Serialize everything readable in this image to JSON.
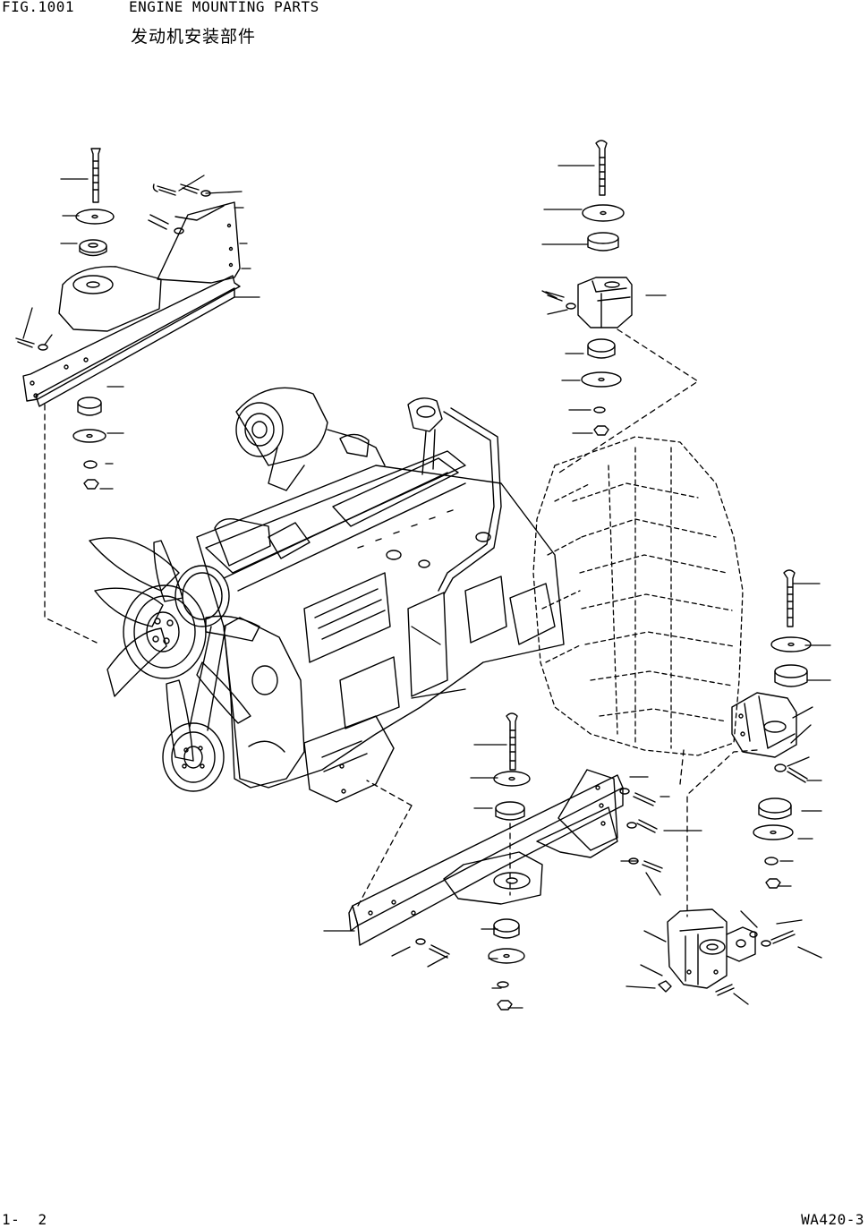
{
  "header": {
    "figure_number": "FIG.1001",
    "title_en": "ENGINE MOUNTING PARTS",
    "title_cn": "发动机安装部件"
  },
  "footer": {
    "page_number": "1-  2",
    "model_code": "WA420-3"
  }
}
